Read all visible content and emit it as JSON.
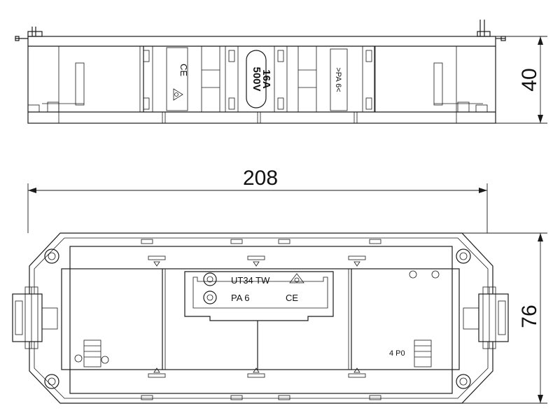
{
  "dimensions": {
    "height_side": "40",
    "length": "208",
    "width_top": "76"
  },
  "side_view": {
    "ce_mark": "CE",
    "rating_voltage": "500V",
    "rating_current": "16A",
    "material_mark": ">PA 6<"
  },
  "top_view": {
    "model": "UT34 TW",
    "material": "PA 6",
    "ce_mark": "CE",
    "part_mark": "4 P0"
  }
}
